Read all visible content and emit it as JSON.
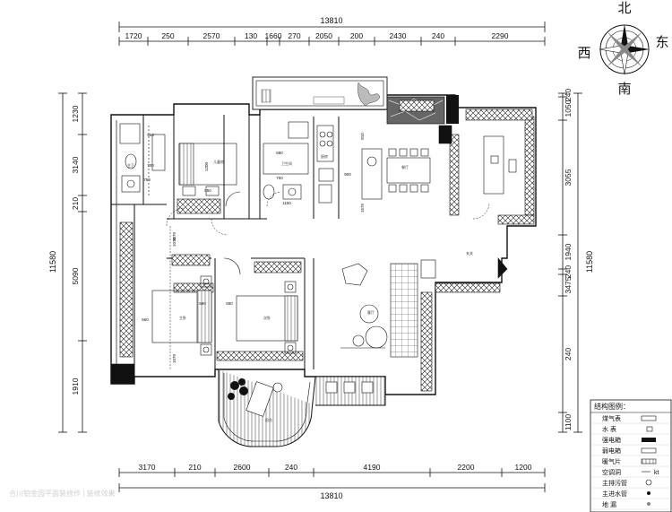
{
  "plan": {
    "top_total": "13810",
    "top_segments": [
      "1720",
      "250",
      "2570",
      "130",
      "1660",
      "270",
      "2050",
      "200",
      "2430",
      "240",
      "2290"
    ],
    "bottom_segments": [
      "3170",
      "210",
      "2600",
      "240",
      "4190",
      "2200",
      "1200"
    ],
    "bottom_total": "13810",
    "left_segments": [
      "1230",
      "3140",
      "210",
      "5090",
      "1910"
    ],
    "left_total": "11580",
    "right_segments": [
      "240",
      "1050",
      "3055",
      "1940",
      "240",
      "3475",
      "240",
      "1100"
    ],
    "right_total": "11580",
    "dim_labels": [
      "950",
      "700",
      "750",
      "1200",
      "850",
      "680",
      "700",
      "1150",
      "810",
      "900",
      "1575",
      "1070",
      "1070",
      "660",
      "590",
      "590",
      "1070"
    ],
    "room_labels": [
      "主卫",
      "儿童房",
      "卫生间",
      "厨房",
      "餐厅",
      "玄关",
      "客厅",
      "主卧",
      "次卧",
      "阳台"
    ]
  },
  "compass": {
    "north": "北",
    "south": "南",
    "east": "东",
    "west": "西"
  },
  "legend": {
    "title": "结构图例：",
    "items": [
      {
        "label": "煤气表",
        "symbol": "gas-meter"
      },
      {
        "label": "水  表",
        "symbol": "water-meter"
      },
      {
        "label": "强电箱",
        "symbol": "power-box"
      },
      {
        "label": "弱电箱",
        "symbol": "weak-box"
      },
      {
        "label": "暖气片",
        "symbol": "radiator"
      },
      {
        "label": "空调洞",
        "symbol": "ac-hole",
        "extra": "kt"
      },
      {
        "label": "主排污管",
        "symbol": "drain-pipe"
      },
      {
        "label": "主进水管",
        "symbol": "inlet-pipe"
      },
      {
        "label": "地  漏",
        "symbol": "floor-drain"
      }
    ]
  },
  "watermark": "合川铂金园平面装修作 | 装修效果"
}
